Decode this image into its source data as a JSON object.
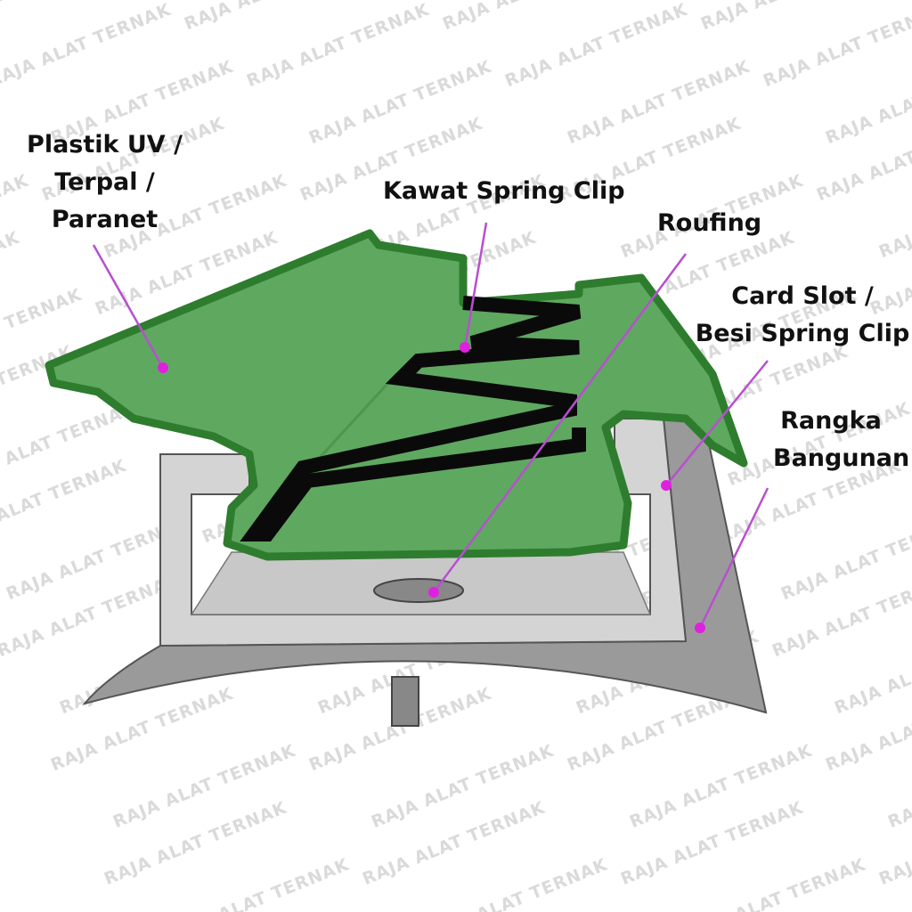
{
  "watermark": "RAJA ALAT TERNAK",
  "labels": {
    "plastik": [
      "Plastik UV /",
      "Terpal /",
      "Paranet"
    ],
    "kawat": "Kawat Spring Clip",
    "roufing": "Roufing",
    "card_slot": [
      "Card Slot /",
      "Besi Spring Clip"
    ],
    "rangka": [
      "Rangka",
      "Bangunan"
    ]
  },
  "colors": {
    "sheet": "#5fa860",
    "sheet_edge": "#2e7d2e",
    "wire": "#0a0a0a",
    "channel": "#d4d4d4",
    "frame": "#9a9a9a",
    "leader": "#b84fd0",
    "dot": "#e020e0"
  }
}
